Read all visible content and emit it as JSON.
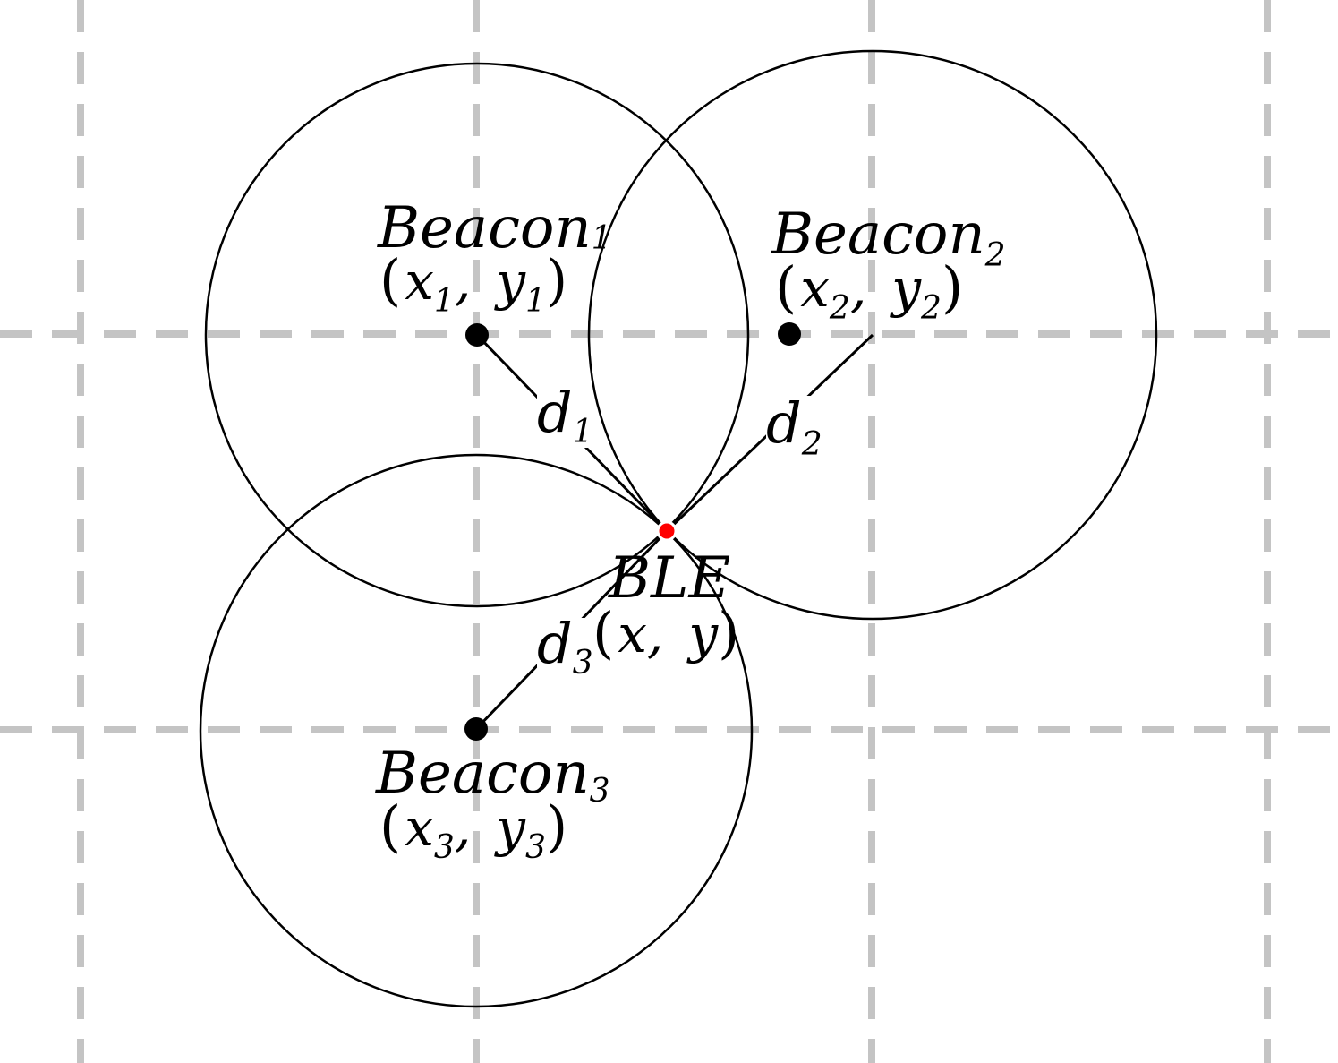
{
  "colors": {
    "grid": "#c4c4c4",
    "ink": "#000000",
    "receiver": "#ff0000",
    "background": "#ffffff"
  },
  "beacons": [
    {
      "name": "Beacon",
      "index": "1",
      "x_symbol": "x",
      "y_symbol": "y",
      "x_sub": "1",
      "y_sub": "1",
      "distance_symbol": "d",
      "distance_sub": "1"
    },
    {
      "name": "Beacon",
      "index": "2",
      "x_symbol": "x",
      "y_symbol": "y",
      "x_sub": "2",
      "y_sub": "2",
      "distance_symbol": "d",
      "distance_sub": "2"
    },
    {
      "name": "Beacon",
      "index": "3",
      "x_symbol": "x",
      "y_symbol": "y",
      "x_sub": "3",
      "y_sub": "3",
      "distance_symbol": "d",
      "distance_sub": "3"
    }
  ],
  "receiver": {
    "name": "BLE",
    "x_symbol": "x",
    "y_symbol": "y"
  },
  "punctuation": {
    "open_paren": "(",
    "close_paren": ")",
    "comma": ","
  }
}
